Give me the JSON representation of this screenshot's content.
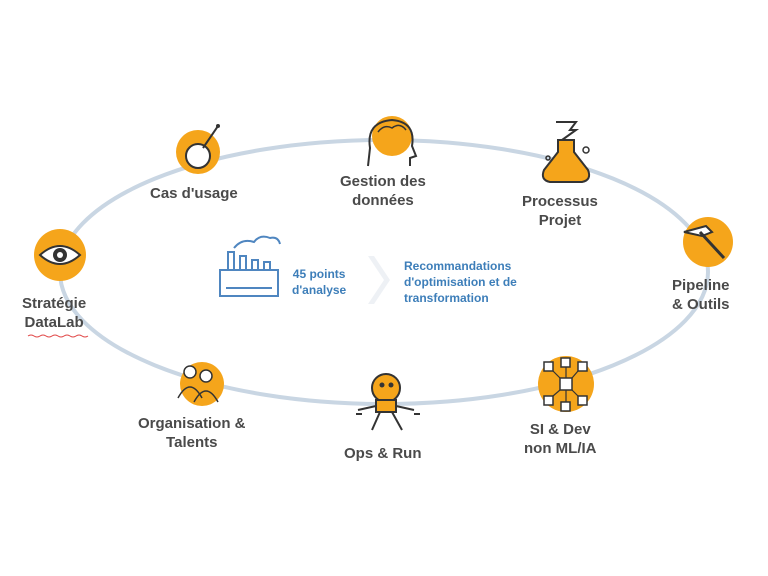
{
  "center": {
    "points_line1": "45 points",
    "points_line2": "d'analyse",
    "reco_line1": "Recommandations",
    "reco_line2": "d'optimisation et de",
    "reco_line3": "transformation"
  },
  "nodes": {
    "strategie": {
      "line1": "Stratégie",
      "line2": "DataLab",
      "icon": "eye-icon"
    },
    "cas_usage": {
      "line1": "Cas d'usage",
      "icon": "compass-icon"
    },
    "gestion": {
      "line1": "Gestion des",
      "line2": "données",
      "icon": "brain-head-icon"
    },
    "processus": {
      "line1": "Processus",
      "line2": "Projet",
      "icon": "flask-icon"
    },
    "pipeline": {
      "line1": "Pipeline",
      "line2": "& Outils",
      "icon": "hammer-icon"
    },
    "si_dev": {
      "line1": "SI & Dev",
      "line2": "non ML/IA",
      "icon": "network-icon"
    },
    "ops_run": {
      "line1": "Ops & Run",
      "icon": "robot-icon"
    },
    "organisation": {
      "line1": "Organisation &",
      "line2": "Talents",
      "icon": "team-icon"
    }
  },
  "colors": {
    "accent": "#f5a51b",
    "ring": "#c9d6e3",
    "text": "#4a4a4a",
    "blue": "#3d7eb9"
  }
}
